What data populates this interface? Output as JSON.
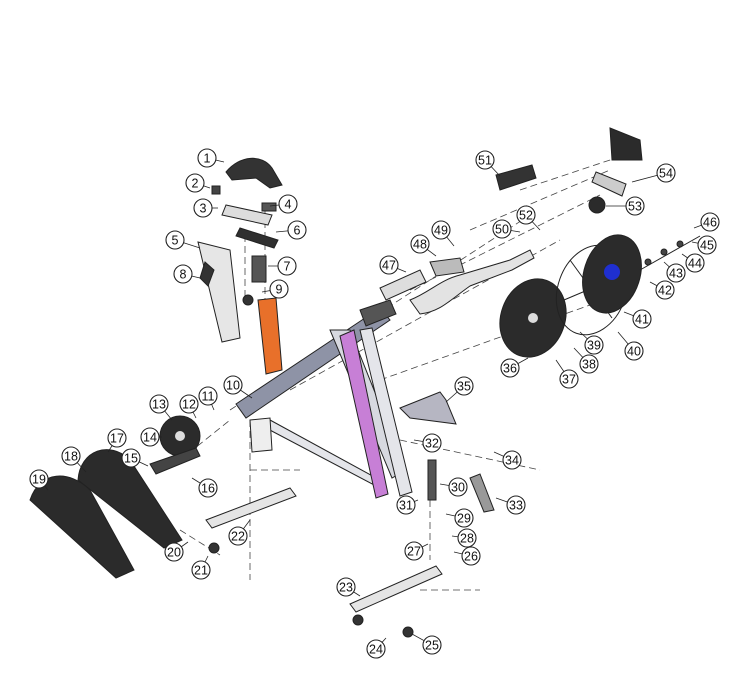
{
  "diagram": {
    "type": "exploded-parts-diagram",
    "accent_colors": {
      "seat_post": "#e8702a",
      "front_post": "#c77fd6",
      "flywheel_hub": "#1f2fd0",
      "frame": "#8e93a6",
      "parts": "#2b2b2b"
    },
    "callouts": [
      "1",
      "2",
      "3",
      "4",
      "5",
      "6",
      "7",
      "8",
      "9",
      "10",
      "11",
      "12",
      "13",
      "14",
      "15",
      "16",
      "17",
      "18",
      "19",
      "20",
      "21",
      "22",
      "23",
      "24",
      "25",
      "26",
      "27",
      "28",
      "29",
      "30",
      "31",
      "32",
      "33",
      "34",
      "35",
      "36",
      "37",
      "38",
      "39",
      "40",
      "41",
      "42",
      "43",
      "44",
      "45",
      "46",
      "47",
      "48",
      "49",
      "50",
      "51",
      "52",
      "53",
      "54"
    ]
  }
}
